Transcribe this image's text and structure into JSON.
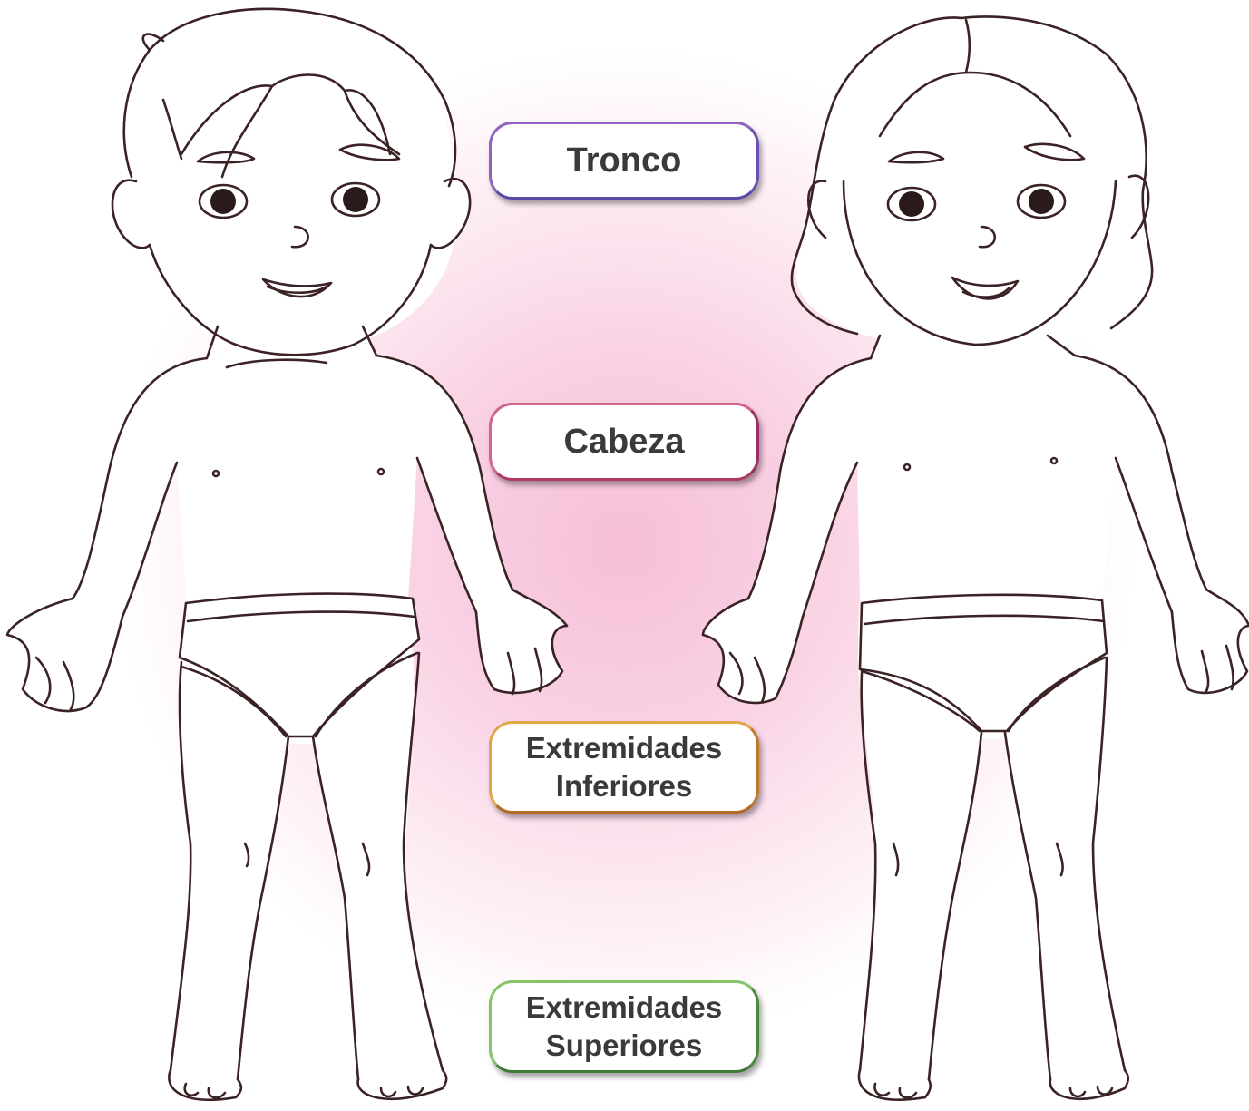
{
  "labels": [
    {
      "lines": [
        "Tronco"
      ],
      "border_color": "#7a5fb8"
    },
    {
      "lines": [
        "Cabeza"
      ],
      "border_color": "#b03a66"
    },
    {
      "lines": [
        "Extremidades",
        "Inferiores"
      ],
      "border_color": "#d18a34"
    },
    {
      "lines": [
        "Extremidades",
        "Superiores"
      ],
      "border_color": "#5aa044"
    }
  ],
  "figures": [
    {
      "name": "boy",
      "icon": "child-boy-outline-illustration"
    },
    {
      "name": "girl",
      "icon": "child-girl-outline-illustration"
    }
  ],
  "background_glow": "#f6bfd8",
  "line_color": "#3b2224"
}
